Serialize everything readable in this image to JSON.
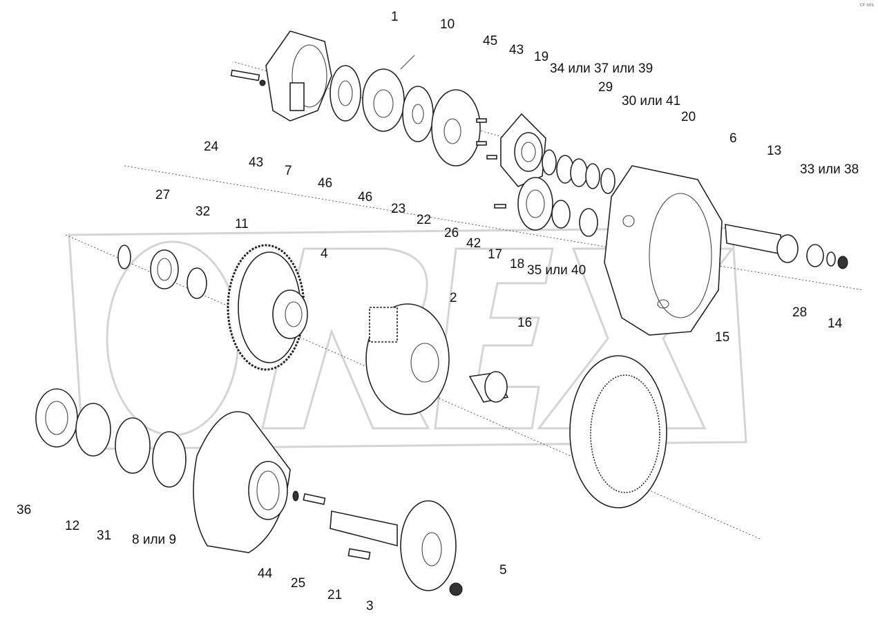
{
  "corner_mark": "ᴄᴘ sᴇs",
  "watermark_text": "OREX",
  "colors": {
    "line": "#222222",
    "watermark": "#d4d4d4",
    "background": "#ffffff"
  },
  "labels": [
    {
      "id": "l1",
      "text": "1"
    },
    {
      "id": "l10",
      "text": "10"
    },
    {
      "id": "l45",
      "text": "45"
    },
    {
      "id": "l43a",
      "text": "43"
    },
    {
      "id": "l19",
      "text": "19"
    },
    {
      "id": "l34",
      "text": "34 или 37 или 39"
    },
    {
      "id": "l29",
      "text": "29"
    },
    {
      "id": "l30",
      "text": "30 или 41"
    },
    {
      "id": "l20",
      "text": "20"
    },
    {
      "id": "l6",
      "text": "6"
    },
    {
      "id": "l13",
      "text": "13"
    },
    {
      "id": "l33",
      "text": "33 или 38"
    },
    {
      "id": "l24",
      "text": "24"
    },
    {
      "id": "l43b",
      "text": "43"
    },
    {
      "id": "l7",
      "text": "7"
    },
    {
      "id": "l46a",
      "text": "46"
    },
    {
      "id": "l46b",
      "text": "46"
    },
    {
      "id": "l27",
      "text": "27"
    },
    {
      "id": "l32",
      "text": "32"
    },
    {
      "id": "l11",
      "text": "11"
    },
    {
      "id": "l23",
      "text": "23"
    },
    {
      "id": "l22",
      "text": "22"
    },
    {
      "id": "l26",
      "text": "26"
    },
    {
      "id": "l42",
      "text": "42"
    },
    {
      "id": "l17",
      "text": "17"
    },
    {
      "id": "l18",
      "text": "18"
    },
    {
      "id": "l35",
      "text": "35 или 40"
    },
    {
      "id": "l4",
      "text": "4"
    },
    {
      "id": "l2",
      "text": "2"
    },
    {
      "id": "l16",
      "text": "16"
    },
    {
      "id": "l28",
      "text": "28"
    },
    {
      "id": "l14",
      "text": "14"
    },
    {
      "id": "l15",
      "text": "15"
    },
    {
      "id": "l36",
      "text": "36"
    },
    {
      "id": "l12",
      "text": "12"
    },
    {
      "id": "l31",
      "text": "31"
    },
    {
      "id": "l8",
      "text": "8 или 9"
    },
    {
      "id": "l44",
      "text": "44"
    },
    {
      "id": "l25",
      "text": "25"
    },
    {
      "id": "l21",
      "text": "21"
    },
    {
      "id": "l3",
      "text": "3"
    },
    {
      "id": "l5",
      "text": "5"
    }
  ]
}
